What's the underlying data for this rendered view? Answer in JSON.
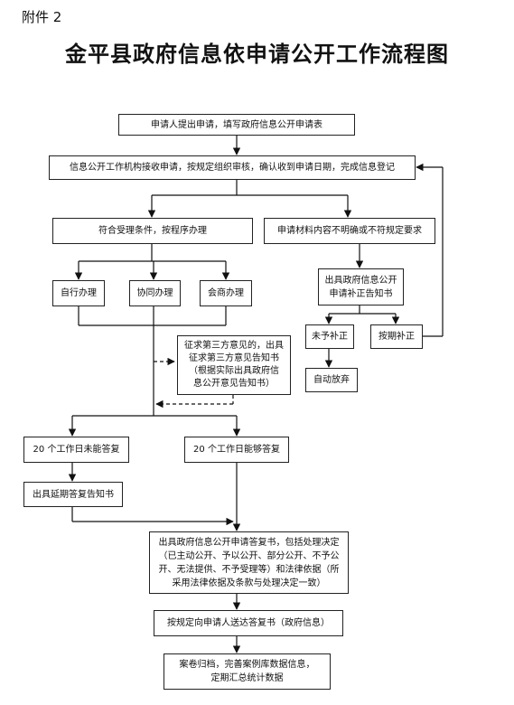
{
  "header": {
    "attachment": "附件 2"
  },
  "title": "金平县政府信息依申请公开工作流程图",
  "nodes": {
    "apply": "申请人提出申请，填写政府信息公开申请表",
    "receive": "信息公开工作机构接收申请，按规定组织审核，确认收到申请日期，完成信息登记",
    "qualified": "符合受理条件，按程序办理",
    "unclear": "申请材料内容不明确或不符规定要求",
    "self_handle": "自行办理",
    "cooperate": "协同办理",
    "consult": "会商办理",
    "correction_notice": "出具政府信息公开\n申请补正告知书",
    "no_supplement": "未予补正",
    "timely_supplement": "按期补正",
    "auto_abandon": "自动放弃",
    "third_party": "征求第三方意见的，出具\n征求第三方意见告知书\n（根据实际出具政府信\n息公开意见告知书）",
    "not_in_20": "20 个工作日未能答复",
    "in_20": "20 个工作日能够答复",
    "extension": "出具延期答复告知书",
    "reply": "出具政府信息公开申请答复书，包括处理决定\n（已主动公开、予以公开、部分公开、不予公\n开、无法提供、不予受理等）和法律依据（所\n采用法律依据及条款与处理决定一致）",
    "deliver": "按规定向申请人送达答复书（政府信息）",
    "archive": "案卷归档，完善案例库数据信息，\n定期汇总统计数据"
  }
}
